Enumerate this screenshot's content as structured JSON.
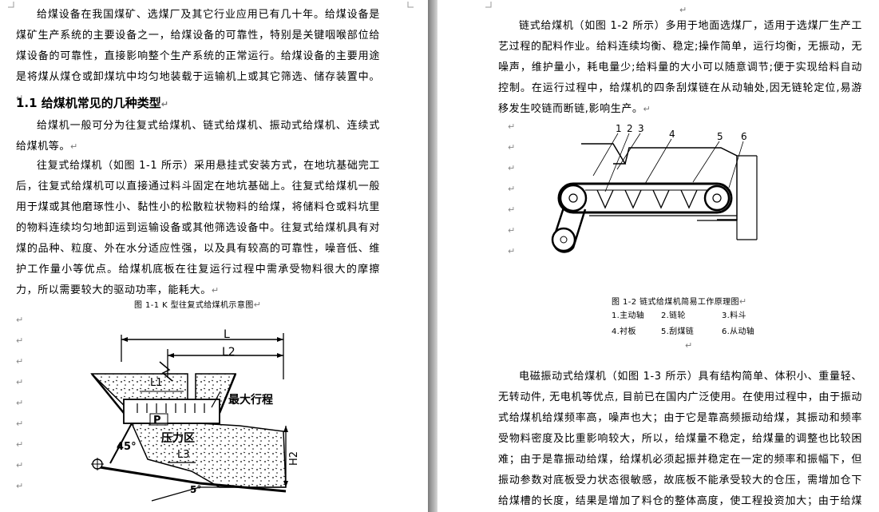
{
  "left_page": {
    "paragraphs": [
      "给煤设备在我国煤矿、选煤厂及其它行业应用已有几十年。给煤设备是煤矿生产系统的主要设备之一，给煤设备的可靠性，特别是关键咽喉部位给煤设备的可靠性，直接影响整个生产系统的正常运行。给煤设备的主要用途是将煤从煤仓或卸煤坑中均匀地装载于运输机上或其它筛选、储存装置中。",
      "给煤机一般可分为往复式给煤机、链式给煤机、振动式给煤机、连续式给煤机等。",
      "往复式给煤机（如图 1-1 所示）采用悬挂式安装方式，在地坑基础完工后，往复式给煤机可以直接通过料斗固定在地坑基础上。往复式给煤机一般用于煤或其他磨琢性小、黏性小的松散粒状物料的给煤，将储料仓或料坑里的物料连续均匀地卸运到运输设备或其他筛选设备中。往复式给煤机具有对煤的品种、粒度、外在水分适应性强，以及具有较高的可靠性，噪音低、维护工作量小等优点。给煤机底板在往复运行过程中需承受物料很大的摩擦力，所以需要较大的驱动功率，能耗大。"
    ],
    "heading": "1.1 给煤机常见的几种类型",
    "figure_caption": "图 1-1  K 型往复式给煤机示意图",
    "figure_labels": {
      "L": "L",
      "L2": "L2",
      "L1": "L1",
      "max_stroke": "最大行程",
      "P": "P",
      "pressure_zone": "压力区",
      "angle_45": "45°",
      "L3": "L3",
      "H2": "H2",
      "angle_5": "5°"
    }
  },
  "right_page": {
    "paragraphs": [
      "链式给煤机（如图 1-2 所示）多用于地面选煤厂，适用于选煤厂生产工艺过程的配料作业。给料连续均衡、稳定;操作简单，运行均衡，无振动，无噪声，维护量小，耗电量少;给料量的大小可以随意调节;便于实现给料自动控制。在运行过程中，给煤机的四条刮煤链在从动轴处,因无链轮定位,易游移发生咬链而断链,影响生产。",
      "电磁振动式给煤机（如图 1-3 所示）具有结构简单、体积小、重量轻、无转动件, 无电机等优点, 目前已在国内广泛使用。在使用过程中，由于振动式给煤机给煤频率高，噪声也大；由于它是靠高频振动给煤，其振动和频率受物料密度及比重影响较大，所以，给煤量不稳定，给煤量的调整也比较困难；由于是靠振动给煤，给煤机必须起振并稳定在一定的频率和振幅下，但振动参数对底板受力状态很敏感，故底板不能承受较大的仓压，需增加仓下给煤槽的长度，结果是增加了料仓的整体高度，使工程投资加大；由于给煤高度加大，无法用于替换目前大"
    ],
    "figure_caption": "图 1-2  链式给煤机简易工作原理图",
    "legend": [
      "1.主动轴",
      "2.链轮",
      "3.料斗",
      "4.衬板",
      "5.刮煤链",
      "6.从动轴"
    ],
    "figure_labels": [
      "1",
      "2",
      "3",
      "4",
      "5",
      "6"
    ]
  },
  "colors": {
    "text": "#000000",
    "gutter": "#9c9c9c",
    "paragraph_mark": "#777777"
  }
}
